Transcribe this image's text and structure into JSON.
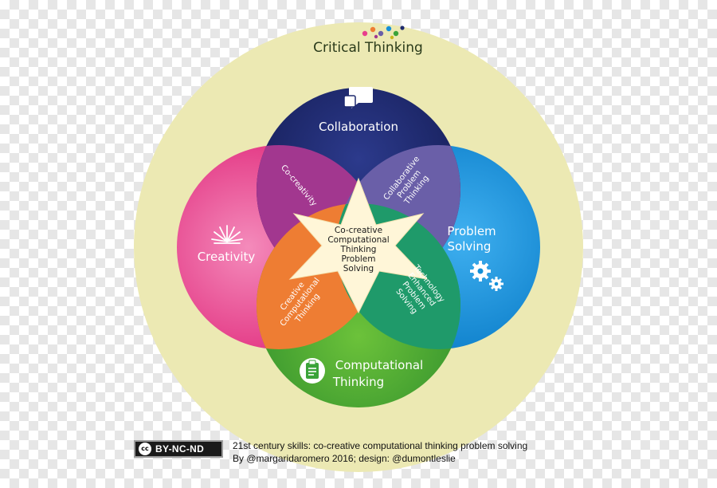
{
  "title": "Critical Thinking",
  "skills": {
    "collaboration": "Collaboration",
    "creativity": "Creativity",
    "problem_solving_line1": "Problem",
    "problem_solving_line2": "Solving",
    "computational_line1": "Computational",
    "computational_line2": "Thinking"
  },
  "intersections": {
    "co_creativity": "Co-creativity",
    "collab_ps_line1": "Collaborative",
    "collab_ps_line2": "Problem",
    "collab_ps_line3": "Thinking",
    "creative_ct_line1": "Creative",
    "creative_ct_line2": "Computational",
    "creative_ct_line3": "Thinking",
    "tech_line1": "Technology",
    "tech_line2": "Enhanced",
    "tech_line3": "Problem",
    "tech_line4": "Solving"
  },
  "center": {
    "line1": "Co-creative",
    "line2": "Computational",
    "line3": "Thinking",
    "line4": "Problem",
    "line5": "Solving"
  },
  "license": {
    "cc_mark": "cc",
    "badge": "BY-NC-ND"
  },
  "footer": {
    "line1": "21st century skills: co-creative computational thinking problem solving",
    "line2": "By @margaridaromero 2016; design: @dumontleslie"
  },
  "colors": {
    "outer_ring": "#ece9b3",
    "collaboration": "#1e2a6e",
    "creativity": "#e83e8c",
    "problem_solving": "#1590d8",
    "computational": "#3aa339",
    "star": "#fff6d8"
  },
  "icons": [
    "speech-bubbles-icon",
    "burst-icon",
    "gears-icon",
    "clipboard-icon",
    "dots-logo-icon"
  ]
}
